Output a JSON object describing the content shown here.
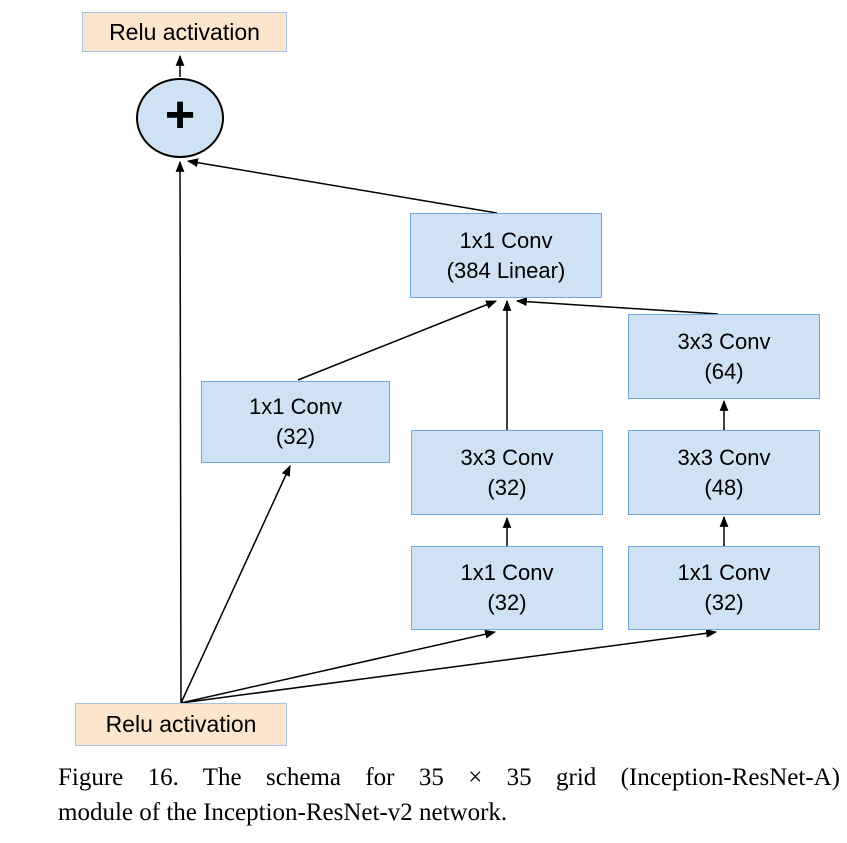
{
  "diagram": {
    "nodes": {
      "relu_top": {
        "label": "Relu activation"
      },
      "sum": {
        "label": "+"
      },
      "conv_384": {
        "label": "1x1 Conv\n(384 Linear)"
      },
      "conv_left_1x1": {
        "label": "1x1 Conv\n(32)"
      },
      "conv_mid_3x3": {
        "label": "3x3 Conv\n(32)"
      },
      "conv_mid_1x1": {
        "label": "1x1 Conv\n(32)"
      },
      "conv_right_3x3b": {
        "label": "3x3 Conv\n(64)"
      },
      "conv_right_3x3a": {
        "label": "3x3 Conv\n(48)"
      },
      "conv_right_1x1": {
        "label": "1x1 Conv\n(32)"
      },
      "relu_bottom": {
        "label": "Relu activation"
      }
    },
    "colors": {
      "conv_fill": "#cfe2f3",
      "conv_border": "#6fa8dc",
      "relu_fill": "#fce5cd",
      "relu_border": "#a8c3ea",
      "line_color": "#000000"
    }
  },
  "caption": {
    "line1": "Figure 16. The schema for 35 × 35 grid (Inception-ResNet-A)",
    "line2": "module of the Inception-ResNet-v2 network."
  }
}
